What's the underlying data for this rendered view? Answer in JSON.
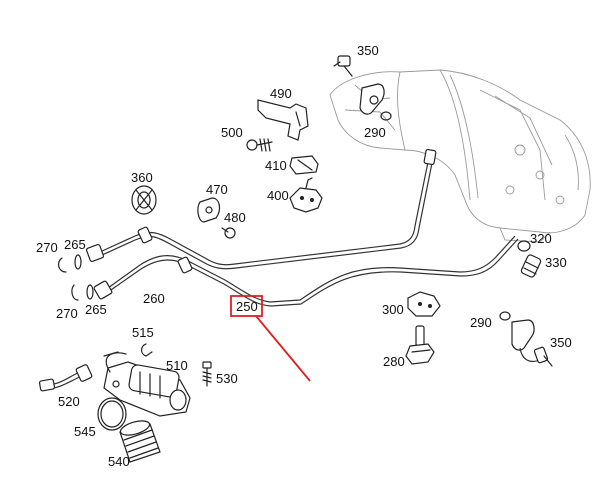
{
  "callouts": {
    "c350a": "350",
    "c490": "490",
    "c500": "500",
    "c290a": "290",
    "c360": "360",
    "c410": "410",
    "c470": "470",
    "c400": "400",
    "c480": "480",
    "c270a": "270",
    "c265a": "265",
    "c320": "320",
    "c330": "330",
    "c260": "260",
    "c270b": "270",
    "c265b": "265",
    "c250": "250",
    "c300": "300",
    "c290b": "290",
    "c350b": "350",
    "c515": "515",
    "c510": "510",
    "c280": "280",
    "c530": "530",
    "c520": "520",
    "c545": "545",
    "c540": "540"
  },
  "highlight": {
    "color": "#e02020",
    "target": "250"
  }
}
